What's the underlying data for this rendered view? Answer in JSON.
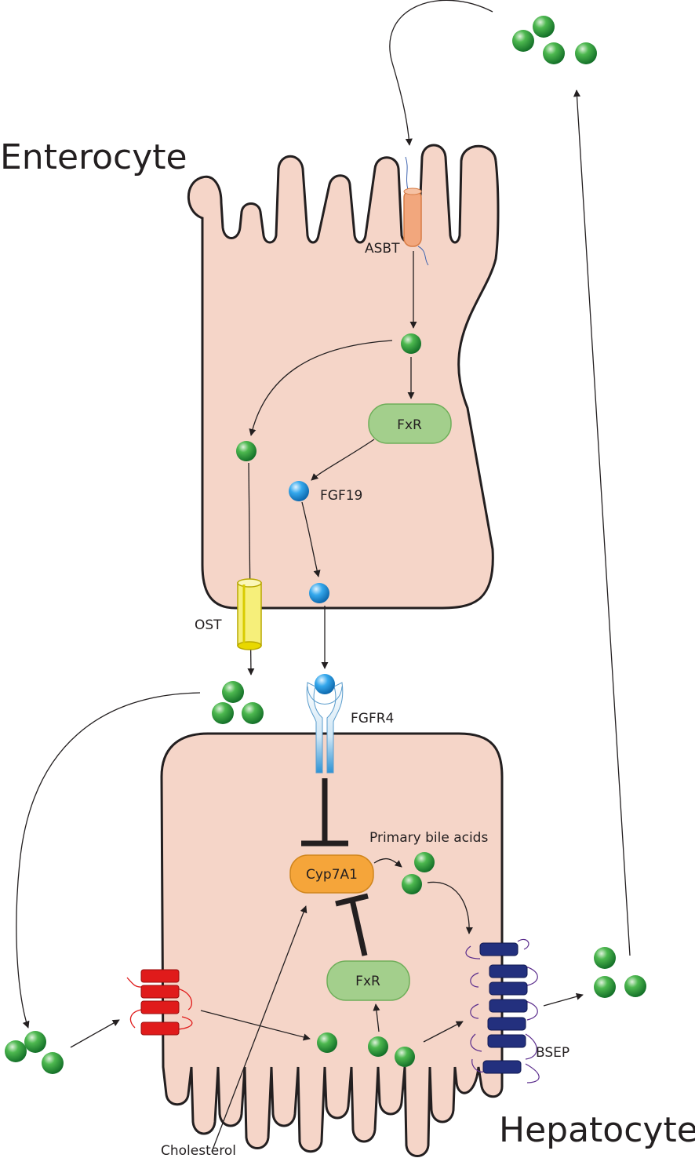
{
  "cells": {
    "enterocyte_title": "Enterocyte",
    "hepatocyte_title": "Hepatocyte"
  },
  "labels": {
    "asbt": "ASBT",
    "fxr_enterocyte": "FxR",
    "fgf19": "FGF19",
    "ost": "OST",
    "fgfr4": "FGFR4",
    "primary_bile_acids": "Primary bile acids",
    "cyp7a1": "Cyp7A1",
    "fxr_hepatocyte": "FxR",
    "bsep": "BSEP",
    "cholesterol": "Cholesterol"
  },
  "colors": {
    "cell_fill": "#f5d5c8",
    "cell_stroke": "#231f20",
    "bile_acid": "#1e8a36",
    "fgf19": "#1f93d8",
    "fxr_box": "#a3cf8c",
    "cyp7a1_box": "#f5a53a",
    "asbt": "#f2a77d",
    "ost": "#f2ec4a",
    "ntcp": "#e01b1b",
    "bsep": "#23307e"
  }
}
